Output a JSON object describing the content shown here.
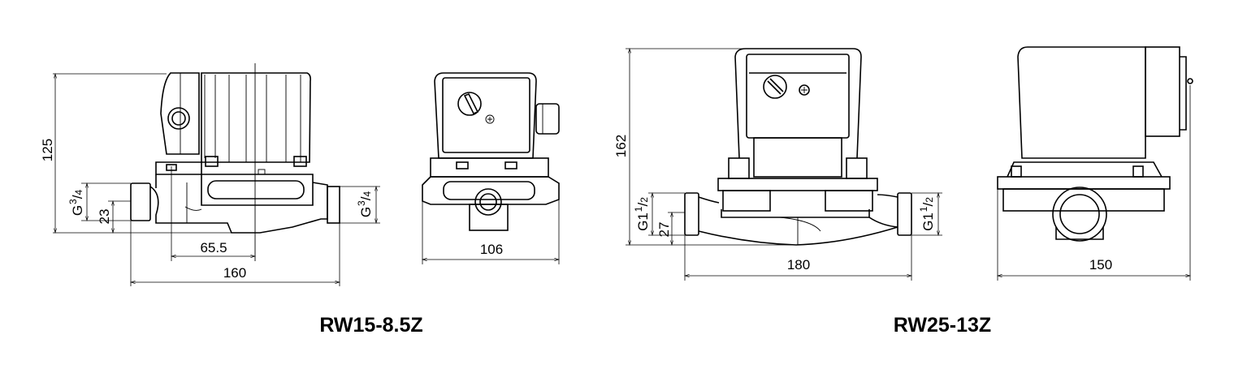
{
  "models": [
    {
      "name": "RW15-8.5Z",
      "dimensions": {
        "height": "125",
        "thread_prefix": "G",
        "thread_num": "3",
        "thread_den": "4",
        "axis_height": "23",
        "axis_offset": "65.5",
        "length": "160",
        "width": "106"
      }
    },
    {
      "name": "RW25-13Z",
      "dimensions": {
        "height": "162",
        "thread_prefix": "G1",
        "thread_num": "1",
        "thread_den": "2",
        "axis_height": "27",
        "length": "180",
        "width": "150"
      }
    }
  ]
}
